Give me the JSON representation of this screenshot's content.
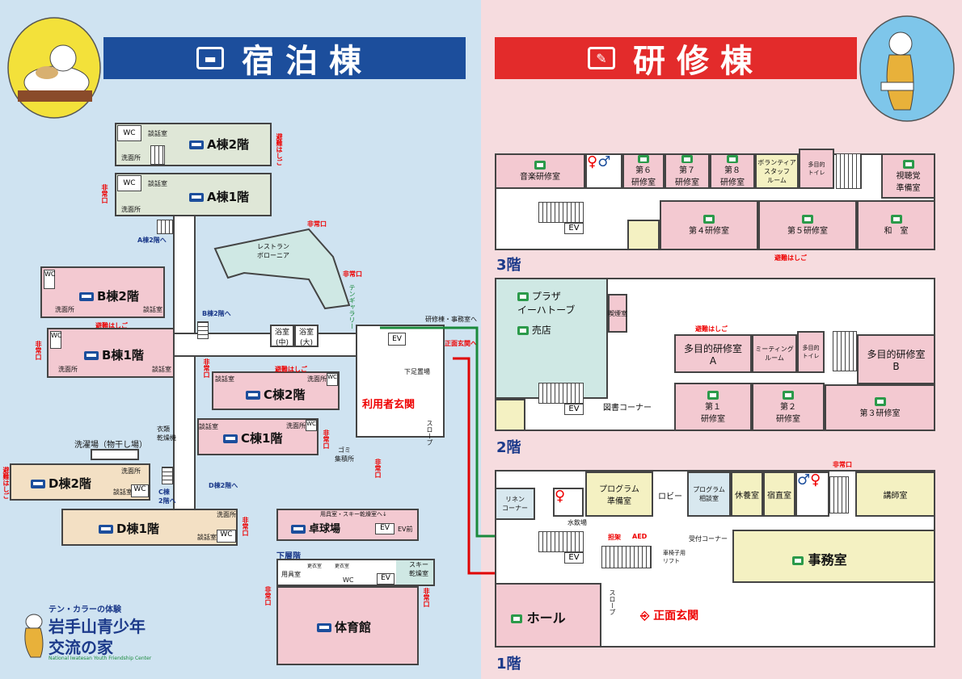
{
  "colors": {
    "left_bg": "#cfe3f1",
    "right_bg": "#f6dcdf",
    "left_banner": "#1c4e9c",
    "right_banner": "#e32b2b",
    "route_green": "#1a8a3c",
    "route_red": "#e00000"
  },
  "left": {
    "title": "宿泊棟",
    "a2": {
      "label": "A棟2階",
      "wc": "WC",
      "talk": "談話室",
      "wash": "洗面所",
      "escape": "避難はしご"
    },
    "a1": {
      "label": "A棟1階",
      "wc": "WC",
      "talk": "談話室",
      "wash": "洗面所",
      "emergency": "非常口",
      "to2": "A棟2階へ"
    },
    "b2": {
      "label": "B棟2階",
      "wc": "WC",
      "wash": "洗面所",
      "talk": "談話室",
      "escape": "避難はしご"
    },
    "b1": {
      "label": "B棟1階",
      "wc": "WC",
      "wash": "洗面所",
      "talk": "談話室",
      "emergency": "非常口",
      "to2": "B棟2階へ"
    },
    "restaurant": {
      "label": "レストラン\nボローニア",
      "emergency1": "非常口",
      "emergency2": "非常口",
      "gallery": "テンギャラリー"
    },
    "bath": {
      "mid": "浴室\n(中)",
      "large": "浴室\n(大)"
    },
    "c2": {
      "label": "C棟2階",
      "talk": "談話室",
      "wash": "洗面所",
      "wc": "WC",
      "escape": "避難はしご",
      "emergency": "非常口"
    },
    "c1": {
      "label": "C棟1階",
      "talk": "談話室",
      "wash": "洗面所",
      "wc": "WC",
      "emergency": "非常口"
    },
    "dryer": "衣類\n乾燥機",
    "laundry": "洗濯場（物干し場）",
    "d2": {
      "label": "D棟2階",
      "wash": "洗面所",
      "talk": "談話室",
      "wc": "WC",
      "escape": "避難はしご",
      "to2": "C棟\n2階へ"
    },
    "d1": {
      "label": "D棟1階",
      "wash": "洗面所",
      "talk": "談話室",
      "wc": "WC",
      "emergency": "非常口",
      "to2": "D棟2階へ"
    },
    "trash": "ゴミ\n集積所",
    "entrance": {
      "label": "利用者玄関",
      "shoes": "下足置場",
      "slope": "スロープ",
      "ev": "EV",
      "to_kenshu": "研修棟・事務室へ",
      "to_front": "正面玄関へ",
      "emergency": "非常口"
    },
    "pingpong": {
      "label": "卓球場",
      "note": "用具室・スキー乾燥室へ↓",
      "ev": "EV",
      "ev2": "EV前"
    },
    "basement": {
      "title": "下層階",
      "tools": "用具室",
      "changing1": "更衣室",
      "changing2": "更衣室",
      "wc": "WC",
      "ev": "EV",
      "ski": "スキー\n乾燥室",
      "emergency": "非常口"
    },
    "gym": {
      "label": "体育館",
      "emergency": "非常口"
    },
    "logo": {
      "sub": "テン・カラーの体験",
      "name1": "岩手山青少年",
      "name2": "交流の家",
      "en": "National Iwatesan Youth Friendship Center"
    }
  },
  "right": {
    "title": "研修棟",
    "f3": {
      "floor": "3階",
      "music": "音楽研修室",
      "r6": "第６\n研修室",
      "r7": "第７\n研修室",
      "r8": "第８\n研修室",
      "volunteer": "ボランティア\nスタッフ\nルーム",
      "multi_toilet": "多目的\nトイレ",
      "av": "視聴覚\n準備室",
      "ev": "EV",
      "r4": "第４研修室",
      "r5": "第５研修室",
      "washitsu": "和　室",
      "escape": "避難はしご"
    },
    "f2": {
      "floor": "2階",
      "plaza": "プラザ\nイーハトーブ",
      "shop": "売店",
      "smoking": "喫煙室",
      "multiA": "多目的研修室\nA",
      "meeting": "ミーティング\nルーム",
      "multi_toilet": "多目的\nトイレ",
      "multiB": "多目的研修室\nB",
      "ev": "EV",
      "library": "図書コーナー",
      "r1": "第１\n研修室",
      "r2": "第２\n研修室",
      "r3": "第３研修室",
      "escape": "避難はしご"
    },
    "f1": {
      "floor": "1階",
      "linen": "リネン\nコーナー",
      "water": "水飲場",
      "prog_prep": "プログラム\n準備室",
      "lobby": "ロビー",
      "prog_consult": "プログラム\n相談室",
      "rest": "休養室",
      "duty": "宿直室",
      "lecturer": "講師室",
      "emergency": "非常口",
      "ev": "EV",
      "kakari": "担架",
      "aed": "AED",
      "reception": "受付コーナー",
      "wheelchair": "車椅子用\nリフト",
      "office": "事務室",
      "slope": "スロープ",
      "hall": "ホール",
      "front": "正面玄関"
    }
  }
}
